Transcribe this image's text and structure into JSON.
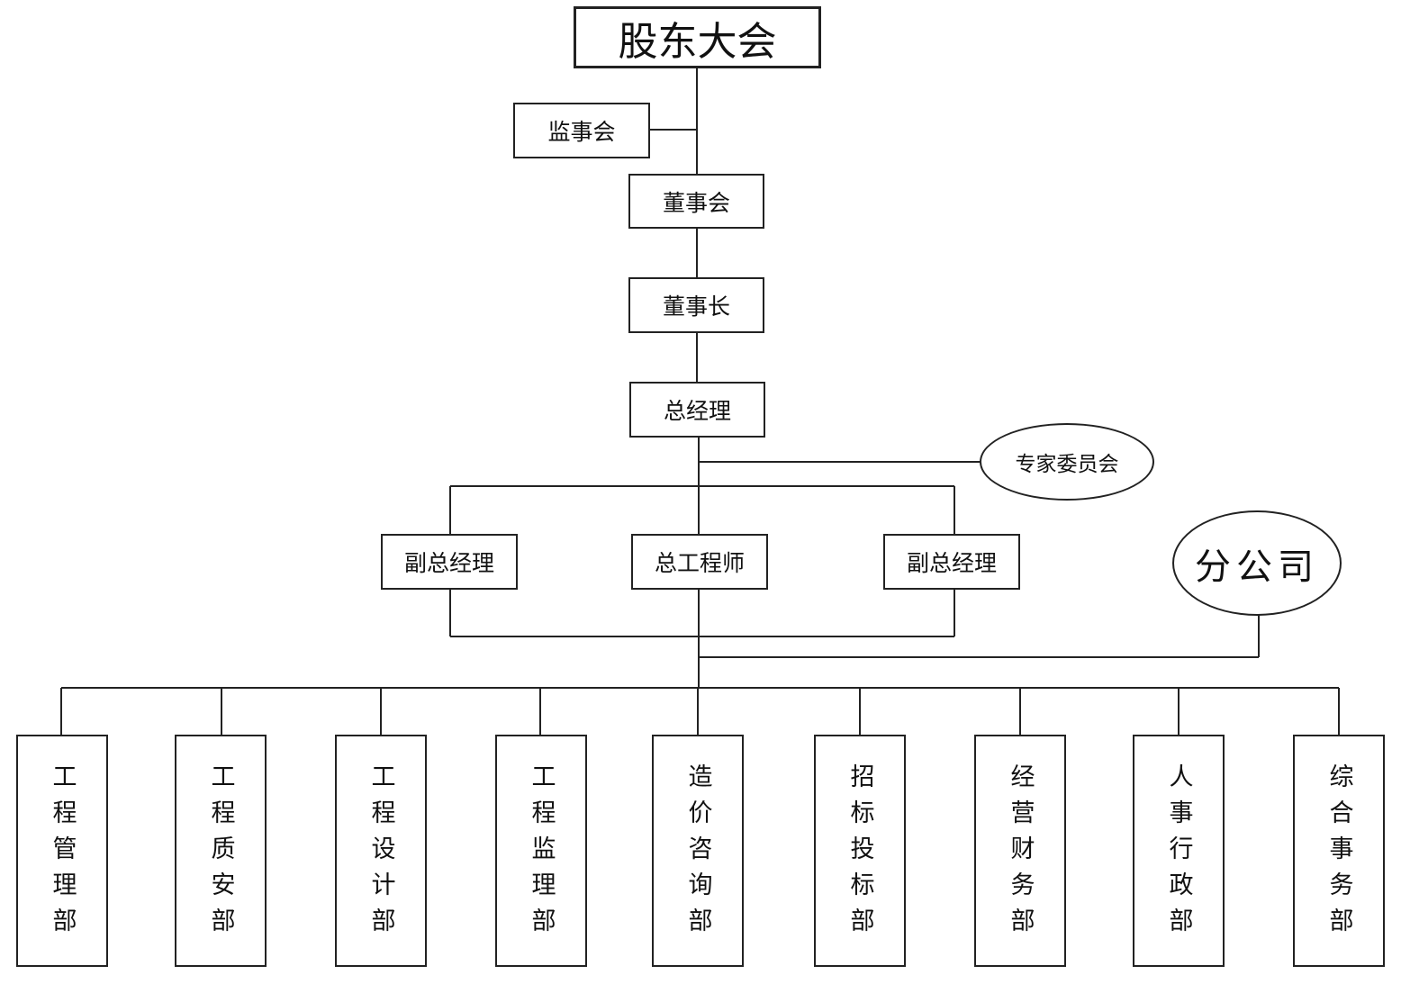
{
  "top": {
    "shareholders": "股东大会"
  },
  "supervisory": "监事会",
  "board": "董事会",
  "chairman": "董事长",
  "general_manager": "总经理",
  "expert_committee": "专家委员会",
  "deputy_gm_left": "副总经理",
  "chief_engineer": "总工程师",
  "deputy_gm_right": "副总经理",
  "branch": "分公司",
  "departments": [
    "工程管理部",
    "工程质安部",
    "工程设计部",
    "工程监理部",
    "造价咨询部",
    "招标投标部",
    "经营财务部",
    "人事行政部",
    "综合事务部"
  ],
  "colors": {
    "line": "#222222",
    "border": "#222222",
    "background": "#ffffff"
  }
}
